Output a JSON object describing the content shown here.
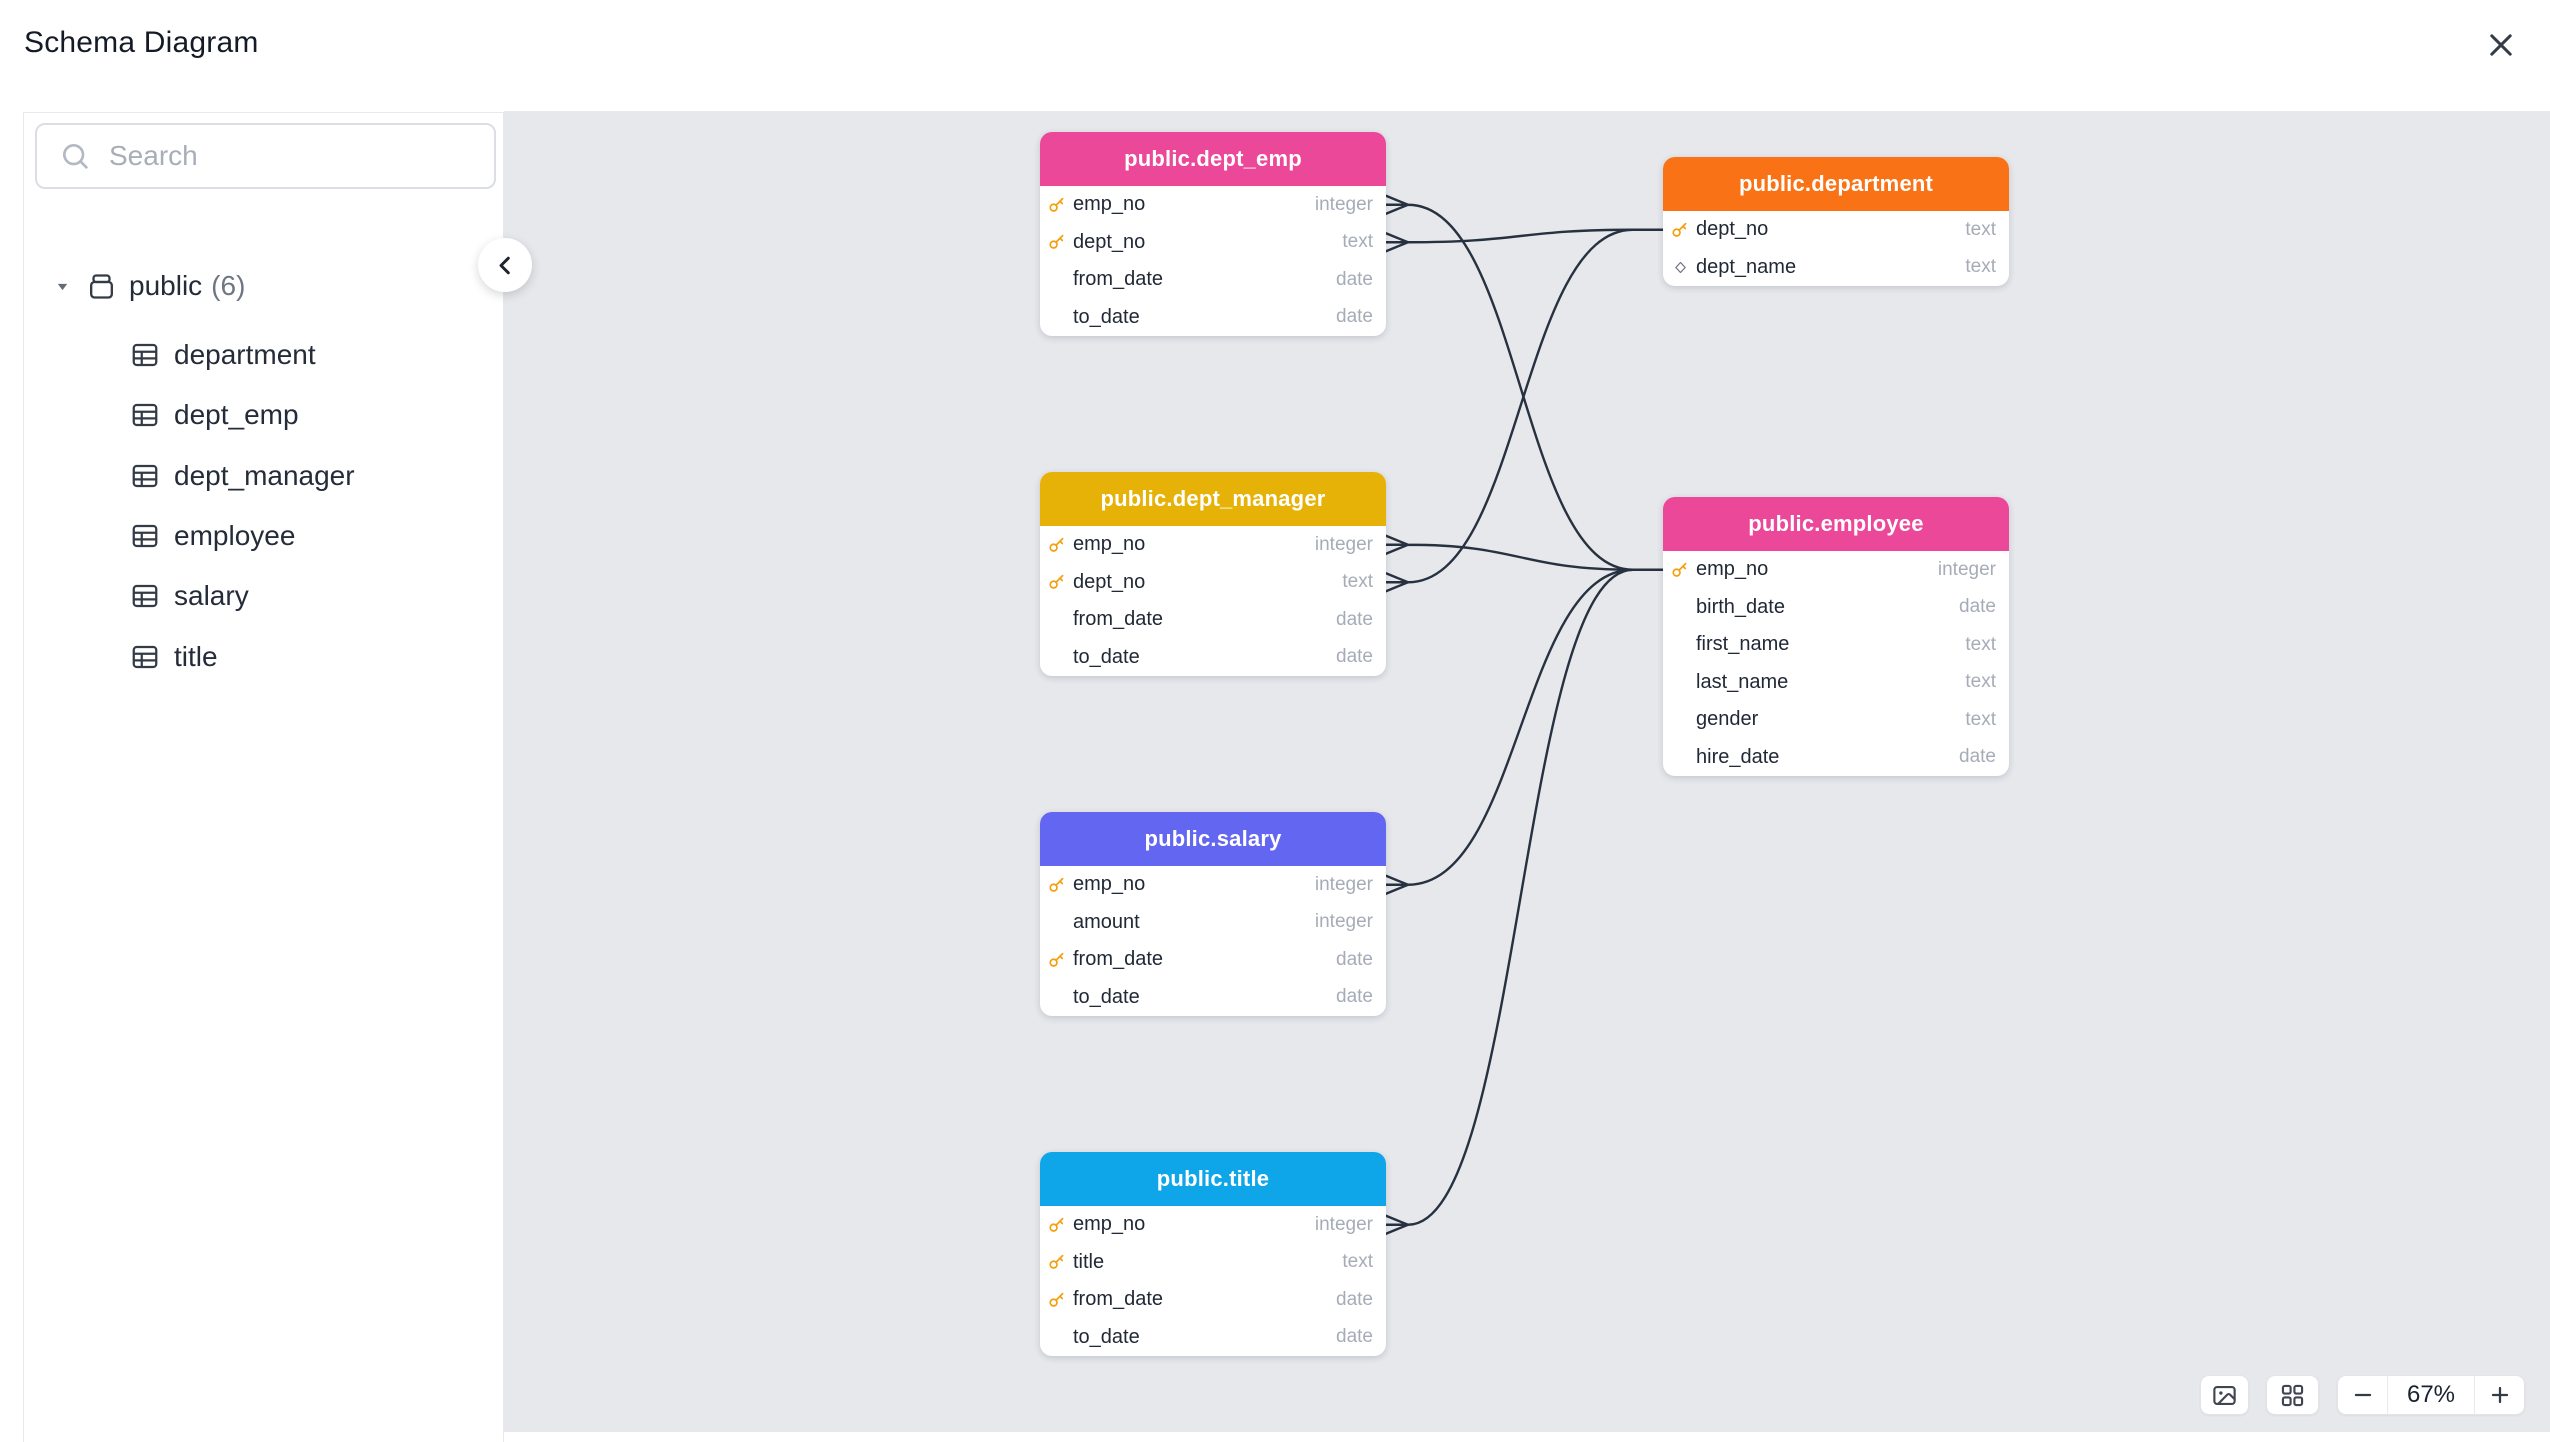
{
  "header": {
    "title": "Schema Diagram",
    "close_icon": "close-icon"
  },
  "sidebar": {
    "search": {
      "placeholder": "Search",
      "icon": "search-icon",
      "value": ""
    },
    "tree": {
      "schema": {
        "label": "public",
        "count": "(6)",
        "icon": "schema-icon",
        "expander": "triangle-down-icon"
      },
      "tables": [
        {
          "label": "department",
          "icon": "table-icon"
        },
        {
          "label": "dept_emp",
          "icon": "table-icon"
        },
        {
          "label": "dept_manager",
          "icon": "table-icon"
        },
        {
          "label": "employee",
          "icon": "table-icon"
        },
        {
          "label": "salary",
          "icon": "table-icon"
        },
        {
          "label": "title",
          "icon": "table-icon"
        }
      ]
    },
    "collapse_icon": "chevron-left-icon"
  },
  "diagram": {
    "edge_color": "#273140",
    "tables": [
      {
        "id": "dept_emp",
        "title": "public.dept_emp",
        "color": "#EC4899",
        "fields": [
          {
            "name": "emp_no",
            "type": "integer",
            "icon": "key"
          },
          {
            "name": "dept_no",
            "type": "text",
            "icon": "key"
          },
          {
            "name": "from_date",
            "type": "date",
            "icon": "none"
          },
          {
            "name": "to_date",
            "type": "date",
            "icon": "none"
          }
        ]
      },
      {
        "id": "department",
        "title": "public.department",
        "color": "#F97316",
        "fields": [
          {
            "name": "dept_no",
            "type": "text",
            "icon": "key"
          },
          {
            "name": "dept_name",
            "type": "text",
            "icon": "diamond"
          }
        ]
      },
      {
        "id": "dept_manager",
        "title": "public.dept_manager",
        "color": "#E6B208",
        "fields": [
          {
            "name": "emp_no",
            "type": "integer",
            "icon": "key"
          },
          {
            "name": "dept_no",
            "type": "text",
            "icon": "key"
          },
          {
            "name": "from_date",
            "type": "date",
            "icon": "none"
          },
          {
            "name": "to_date",
            "type": "date",
            "icon": "none"
          }
        ]
      },
      {
        "id": "employee",
        "title": "public.employee",
        "color": "#EC4899",
        "fields": [
          {
            "name": "emp_no",
            "type": "integer",
            "icon": "key"
          },
          {
            "name": "birth_date",
            "type": "date",
            "icon": "none"
          },
          {
            "name": "first_name",
            "type": "text",
            "icon": "none"
          },
          {
            "name": "last_name",
            "type": "text",
            "icon": "none"
          },
          {
            "name": "gender",
            "type": "text",
            "icon": "none"
          },
          {
            "name": "hire_date",
            "type": "date",
            "icon": "none"
          }
        ]
      },
      {
        "id": "salary",
        "title": "public.salary",
        "color": "#6366F1",
        "fields": [
          {
            "name": "emp_no",
            "type": "integer",
            "icon": "key"
          },
          {
            "name": "amount",
            "type": "integer",
            "icon": "none"
          },
          {
            "name": "from_date",
            "type": "date",
            "icon": "key"
          },
          {
            "name": "to_date",
            "type": "date",
            "icon": "none"
          }
        ]
      },
      {
        "id": "title",
        "title": "public.title",
        "color": "#0EA5E9",
        "fields": [
          {
            "name": "emp_no",
            "type": "integer",
            "icon": "key"
          },
          {
            "name": "title",
            "type": "text",
            "icon": "key"
          },
          {
            "name": "from_date",
            "type": "date",
            "icon": "key"
          },
          {
            "name": "to_date",
            "type": "date",
            "icon": "none"
          }
        ]
      }
    ],
    "edges": [
      {
        "from": "dept_emp.emp_no",
        "to": "employee.emp_no"
      },
      {
        "from": "dept_emp.dept_no",
        "to": "department.dept_no"
      },
      {
        "from": "dept_manager.emp_no",
        "to": "employee.emp_no"
      },
      {
        "from": "dept_manager.dept_no",
        "to": "department.dept_no"
      },
      {
        "from": "salary.emp_no",
        "to": "employee.emp_no"
      },
      {
        "from": "title.emp_no",
        "to": "employee.emp_no"
      }
    ]
  },
  "zoom_controls": {
    "image_icon": "image-icon",
    "grid_icon": "layout-grid-icon",
    "minus_icon": "minus-icon",
    "plus_icon": "plus-icon",
    "zoom_level": "67%"
  }
}
